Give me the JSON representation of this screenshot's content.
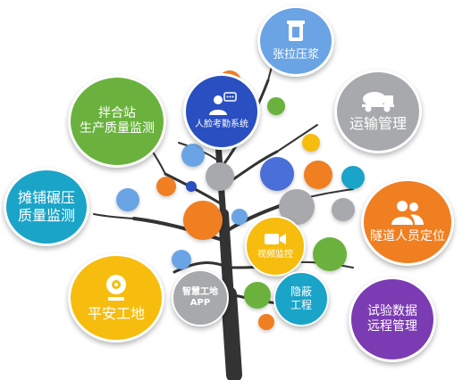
{
  "colors": {
    "trunk": "#333333",
    "cyan": "#1aa4c8",
    "green": "#6ab23d",
    "orange": "#f07f22",
    "yellow": "#f6bd0f",
    "blue": "#4a6fd8",
    "lightblue": "#6aa4e4",
    "gray": "#a7a9ac",
    "purple": "#7b3bb2",
    "darkblue": "#2a4fc0"
  },
  "nodes": {
    "paving": {
      "label": "摊铺碾压\n质量监测",
      "color": "#1aa4c8"
    },
    "mixing": {
      "label": "拌合站\n生产质量监测",
      "color": "#6ab23d"
    },
    "face": {
      "label": "人脸考勤系统",
      "color": "#2a4fc0",
      "icon": "person-chat-icon"
    },
    "tension": {
      "label": "张拉压浆",
      "color": "#6aa4e4",
      "icon": "cylinder-icon"
    },
    "transport": {
      "label": "运输管理",
      "color": "#a7a9ac",
      "icon": "mixer-truck-icon"
    },
    "tunnel": {
      "label": "隧道人员定位",
      "color": "#f07f22",
      "icon": "people-icon"
    },
    "safe": {
      "label": "平安工地",
      "color": "#f6bd0f",
      "icon": "camera-icon"
    },
    "smart": {
      "label": "智慧工地\nAPP",
      "color": "#a7a9ac"
    },
    "video": {
      "label": "视频监控",
      "color": "#f6bd0f",
      "icon": "video-camera-icon"
    },
    "hidden": {
      "label": "隐蔽\n工程",
      "color": "#1aa4c8"
    },
    "test": {
      "label": "试验数据\n远程管理",
      "color": "#7b3bb2"
    }
  }
}
